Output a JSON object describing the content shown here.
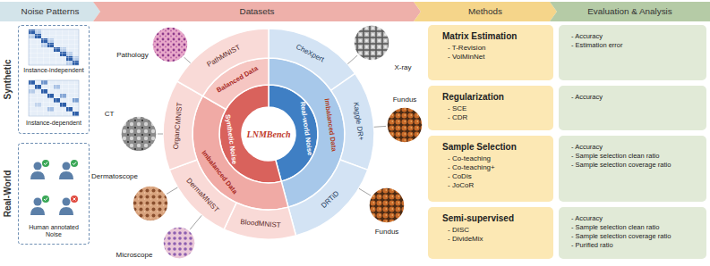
{
  "diagram": {
    "nodes": [
      {
        "text": [
          "Noise Patterns"
        ]
      },
      {
        "text": [
          "Datasets"
        ]
      },
      {
        "text": [
          "Methods"
        ]
      },
      {
        "text": [
          "Evaluation & Analysis"
        ]
      },
      {
        "text": [
          "Instance-independent",
          "Instance-dependent"
        ]
      },
      {
        "text": [
          "Human annotated Noise"
        ]
      },
      {
        "text": [
          "LNMBench"
        ]
      },
      {
        "text": [
          "Matrix Estimation",
          "- T-Revision",
          "- VolMinNet"
        ]
      },
      {
        "text": [
          "- Accuracy",
          "- Estimation error"
        ]
      },
      {
        "text": [
          "Regularization",
          "- SCE",
          "- CDR"
        ]
      },
      {
        "text": [
          "- Accuracy"
        ]
      },
      {
        "text": [
          "Sample Selection",
          "- Co-teaching",
          "- Co-teaching+",
          "- CoDis",
          "- JoCoR"
        ]
      },
      {
        "text": [
          "- Accuracy",
          "- Sample selection clean ratio",
          "- Sample selection coverage ratio"
        ]
      },
      {
        "text": [
          "Semi-supervised",
          "- DISC",
          "- DivideMix"
        ]
      },
      {
        "text": [
          "- Accuracy",
          "- Sample selection clean ratio",
          "- Sample selection coverage ratio",
          "- Purified ratio"
        ]
      }
    ],
    "labels": [
      "Synthetic",
      "Real-World",
      "PathMNIST",
      "OrganCMNIST",
      "DermaMNIST",
      "BloodMNIST",
      "CheXpert",
      "Kaggle DR+",
      "DRTiD",
      "Balanced Data",
      "Imbalanced Data",
      "Imbalanced Data",
      "Synthetic Noise",
      "Real-world Noise",
      "Pathology",
      "CT",
      "Dermatoscope",
      "Microscope",
      "X-ray",
      "Fundus",
      "Fundus"
    ]
  }
}
